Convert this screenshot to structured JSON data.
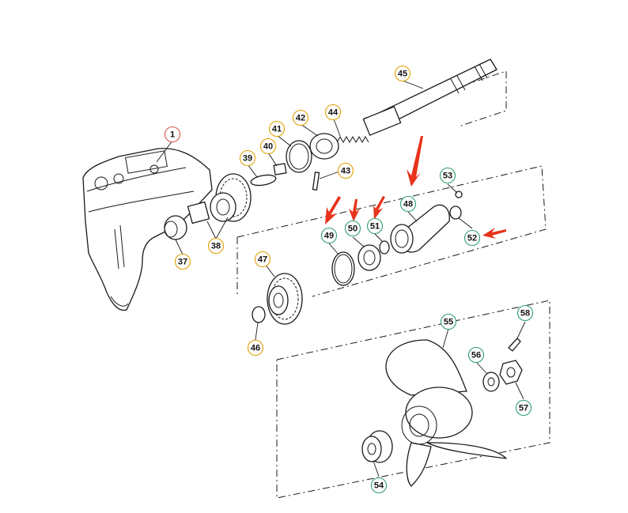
{
  "diagram": {
    "callouts": [
      {
        "id": "1",
        "label": "1",
        "ring": "#d9534f"
      },
      {
        "id": "37",
        "label": "37",
        "ring": "#e0a000"
      },
      {
        "id": "38",
        "label": "38",
        "ring": "#e0a000"
      },
      {
        "id": "39",
        "label": "39",
        "ring": "#e0a000"
      },
      {
        "id": "40",
        "label": "40",
        "ring": "#e0a000"
      },
      {
        "id": "41",
        "label": "41",
        "ring": "#e0a000"
      },
      {
        "id": "42",
        "label": "42",
        "ring": "#e0a000"
      },
      {
        "id": "43",
        "label": "43",
        "ring": "#e0a000"
      },
      {
        "id": "44",
        "label": "44",
        "ring": "#e0a000"
      },
      {
        "id": "45",
        "label": "45",
        "ring": "#e0a000"
      },
      {
        "id": "46",
        "label": "46",
        "ring": "#e0a000"
      },
      {
        "id": "47",
        "label": "47",
        "ring": "#e0a000"
      },
      {
        "id": "48",
        "label": "48",
        "ring": "#2e9e6b"
      },
      {
        "id": "49",
        "label": "49",
        "ring": "#2e9e6b"
      },
      {
        "id": "50",
        "label": "50",
        "ring": "#2e9e6b"
      },
      {
        "id": "51",
        "label": "51",
        "ring": "#2e9e6b"
      },
      {
        "id": "52",
        "label": "52",
        "ring": "#2e9e6b"
      },
      {
        "id": "53",
        "label": "53",
        "ring": "#2e9e6b"
      },
      {
        "id": "54",
        "label": "54",
        "ring": "#2e9e6b"
      },
      {
        "id": "55",
        "label": "55",
        "ring": "#2e9e6b"
      },
      {
        "id": "56",
        "label": "56",
        "ring": "#2e9e6b"
      },
      {
        "id": "57",
        "label": "57",
        "ring": "#2e9e6b"
      },
      {
        "id": "58",
        "label": "58",
        "ring": "#2e9e6b"
      }
    ],
    "highlight_color": "#e8321a",
    "highlighted_parts": [
      "48",
      "49",
      "50",
      "51",
      "52"
    ]
  }
}
